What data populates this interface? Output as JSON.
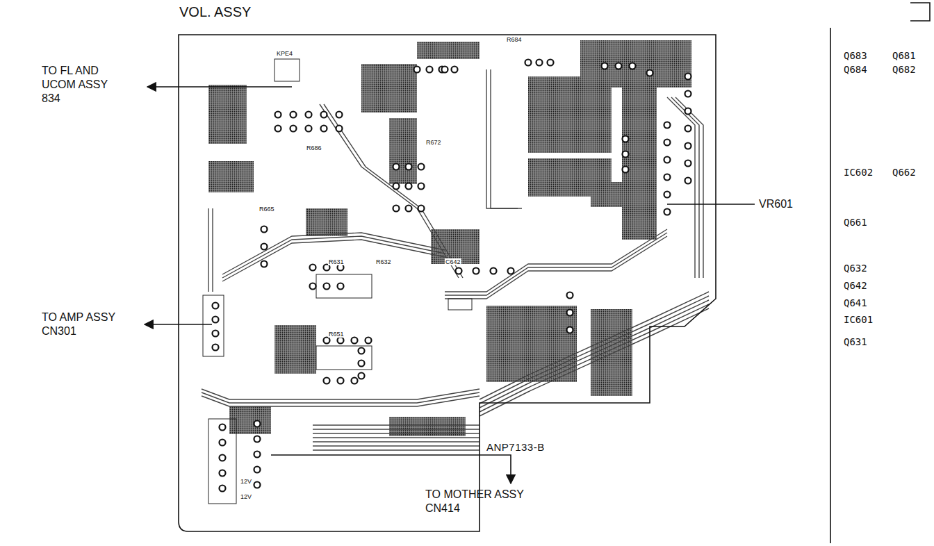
{
  "diagram": {
    "title": "VOL. ASSY",
    "nodes": [
      {
        "text": [
          "ANP7133-B"
        ]
      }
    ],
    "labels": [
      "TO FL AND UCOM ASSY 834",
      "TO AMP ASSY CN301",
      "TO MOTHER ASSY CN414",
      "VR601",
      "Q683",
      "Q681",
      "Q684",
      "Q682",
      "IC602",
      "Q662",
      "Q661",
      "Q632",
      "Q642",
      "Q641",
      "IC601",
      "Q631",
      "R684",
      "KPE4",
      "R686",
      "R672",
      "R665",
      "R631",
      "R632",
      "C642",
      "R651",
      "12V",
      "12V"
    ]
  }
}
